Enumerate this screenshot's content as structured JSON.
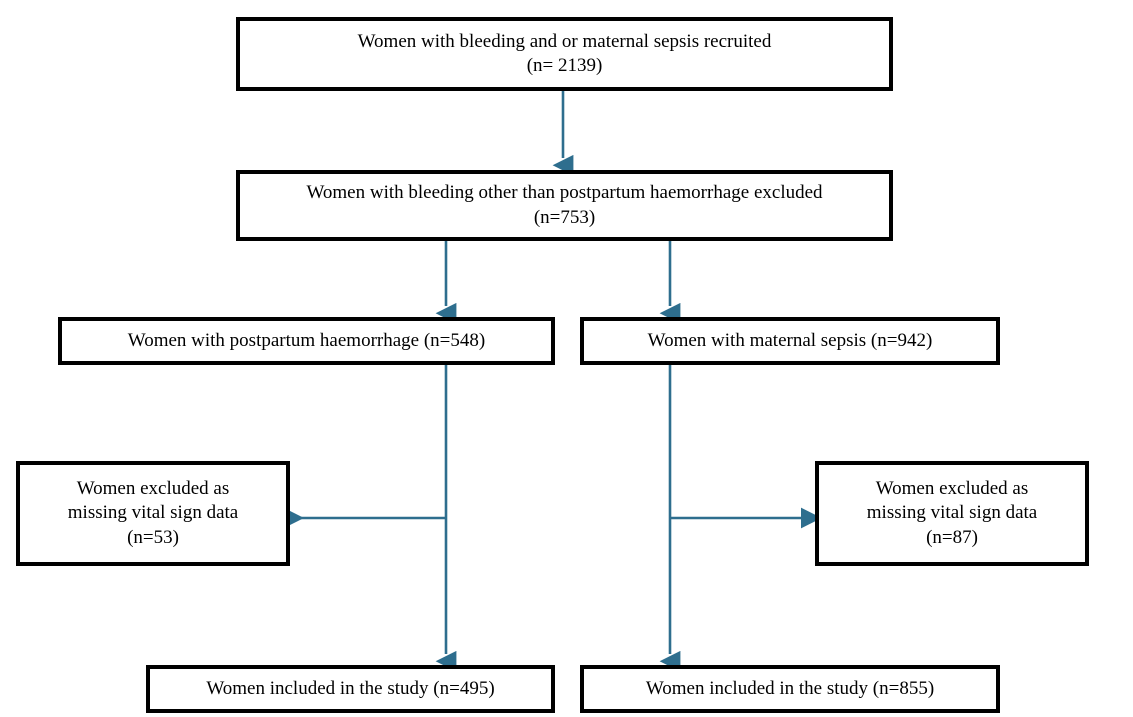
{
  "diagram": {
    "title": "Study participant flow diagram",
    "type": "flowchart",
    "colors": {
      "box_border": "#000000",
      "box_fill": "#ffffff",
      "connector": "#2E6E8E",
      "text": "#000000"
    },
    "nodes": {
      "recruited": {
        "label": "Women with bleeding and or maternal sepsis recruited\n(n= 2139)",
        "count": 2139
      },
      "excluded_bleeding": {
        "label": "Women with bleeding other than postpartum haemorrhage excluded\n(n=753)",
        "count": 753
      },
      "pph": {
        "label": "Women with postpartum haemorrhage (n=548)",
        "count": 548
      },
      "sepsis": {
        "label": "Women with maternal sepsis (n=942)",
        "count": 942
      },
      "excluded_vitals_left": {
        "label": "Women excluded as\nmissing vital sign data\n(n=53)",
        "count": 53
      },
      "excluded_vitals_right": {
        "label": "Women excluded as\nmissing vital sign data\n(n=87)",
        "count": 87
      },
      "included_left": {
        "label": "Women included in the study (n=495)",
        "count": 495
      },
      "included_right": {
        "label": "Women included in the study (n=855)",
        "count": 855
      }
    },
    "connectors": [
      {
        "name": "recruited-to-excluded-bleeding",
        "direction": "down"
      },
      {
        "name": "excluded-bleeding-to-pph",
        "direction": "down"
      },
      {
        "name": "excluded-bleeding-to-sepsis",
        "direction": "down"
      },
      {
        "name": "pph-to-excluded-vitals-left",
        "direction": "left"
      },
      {
        "name": "sepsis-to-excluded-vitals-right",
        "direction": "right"
      },
      {
        "name": "pph-to-included-left",
        "direction": "down"
      },
      {
        "name": "sepsis-to-included-right",
        "direction": "down"
      }
    ]
  }
}
